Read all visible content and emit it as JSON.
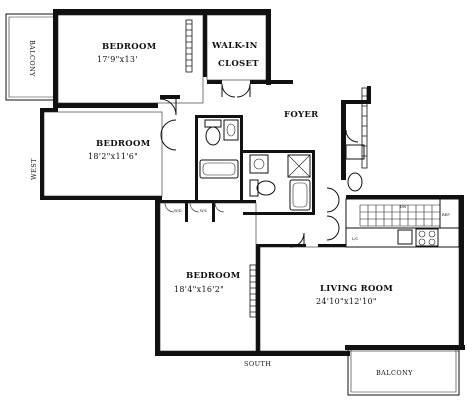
{
  "rooms": {
    "bedroom1": {
      "name": "BEDROOM",
      "dims": "17'9\"x13'"
    },
    "bedroom2": {
      "name": "BEDROOM",
      "dims": "18'2\"x11'6\""
    },
    "bedroom3": {
      "name": "BEDROOM",
      "dims": "18'4\"x16'2\""
    },
    "living": {
      "name": "LIVING ROOM",
      "dims": "24'10\"x12'10\""
    },
    "closet": {
      "line1": "WALK-IN",
      "line2": "CLOSET"
    },
    "foyer": {
      "name": "FOYER"
    }
  },
  "balconies": {
    "west": "BALCONY",
    "south": "BALCONY"
  },
  "compass": {
    "west": "WEST",
    "south": "SOUTH"
  },
  "appliances": {
    "wd": "W/D",
    "dw": "DW",
    "ref": "REF",
    "wc": "W/C",
    "lc": "L/C"
  },
  "colors": {
    "ink": "#111111",
    "paper": "#ffffff"
  }
}
